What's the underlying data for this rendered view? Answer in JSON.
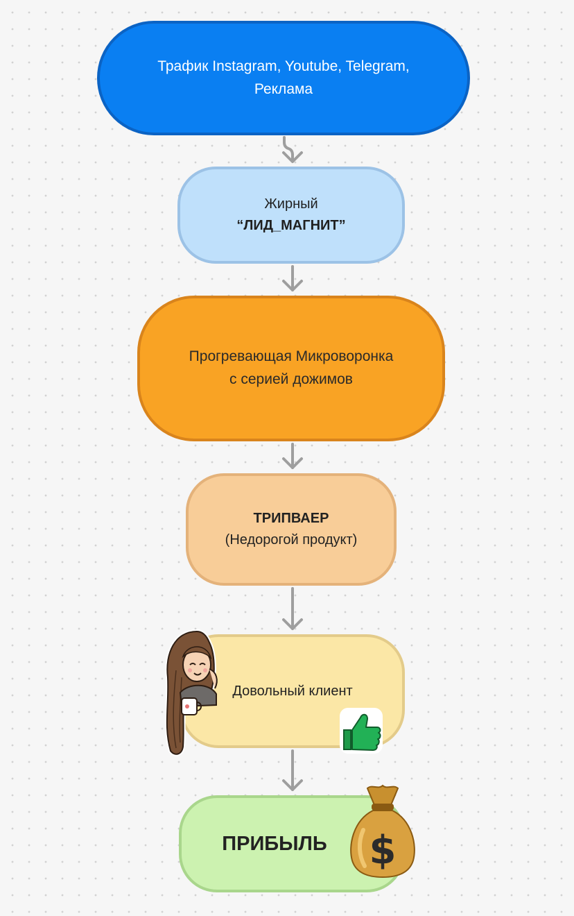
{
  "diagram": {
    "nodes": [
      {
        "id": "traffic",
        "lines": [
          "Трафик Instagram, Youtube, Telegram,",
          "Реклама"
        ]
      },
      {
        "id": "lead-magnet",
        "lines": [
          "Жирный",
          "“ЛИД_МАГНИТ”"
        ]
      },
      {
        "id": "micro-funnel",
        "lines": [
          "Прогревающая Микроворонка",
          "с серией дожимов"
        ]
      },
      {
        "id": "tripwire",
        "lines": [
          "ТРИПВАЕР",
          "(Недорогой продукт)"
        ]
      },
      {
        "id": "happy-client",
        "lines": [
          "Довольный клиент"
        ]
      },
      {
        "id": "profit",
        "lines": [
          "ПРИБЫЛЬ"
        ]
      }
    ],
    "edges": [
      [
        "traffic",
        "lead-magnet"
      ],
      [
        "lead-magnet",
        "micro-funnel"
      ],
      [
        "micro-funnel",
        "tripwire"
      ],
      [
        "tripwire",
        "happy-client"
      ],
      [
        "happy-client",
        "profit"
      ]
    ],
    "stickers": [
      "girl-with-mug-sticker",
      "thumbs-up-icon",
      "money-bag-icon"
    ],
    "colors": {
      "traffic": "#0a7ff2",
      "lead_magnet": "#bfe0fb",
      "micro_funnel": "#f9a324",
      "tripwire": "#f8cd98",
      "happy_client": "#fbe7a6",
      "profit": "#ccf2b0",
      "arrow": "#9e9e9e"
    }
  }
}
